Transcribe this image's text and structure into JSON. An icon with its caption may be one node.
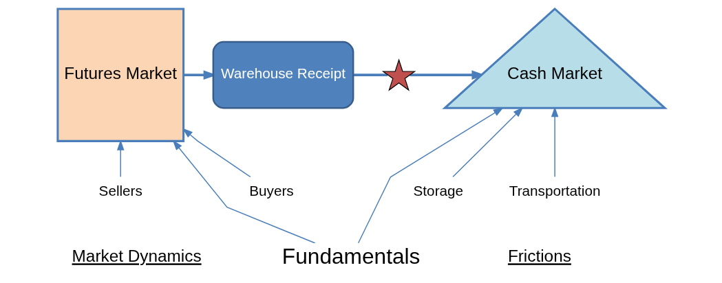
{
  "diagram": {
    "nodes": [
      {
        "text": [
          "Futures Market"
        ]
      },
      {
        "text": [
          "Warehouse Receipt"
        ]
      },
      {
        "text": [
          "Cash Market"
        ]
      },
      {
        "text": [
          "Sellers"
        ]
      },
      {
        "text": [
          "Buyers"
        ]
      },
      {
        "text": [
          "Storage"
        ]
      },
      {
        "text": [
          "Transportation"
        ]
      },
      {
        "text": [
          "Fundamentals"
        ]
      },
      {
        "text": [],
        "shape": "cross"
      }
    ],
    "edges": [
      {
        "from": 0,
        "to": 1,
        "arrow": "to",
        "style": "thick"
      },
      {
        "from": 1,
        "to": 8,
        "arrow": "none",
        "style": "thick"
      },
      {
        "from": 8,
        "to": 2,
        "arrow": "to",
        "style": "thick"
      },
      {
        "from": 3,
        "to": 0,
        "arrow": "to"
      },
      {
        "from": 4,
        "to": 0,
        "arrow": "to"
      },
      {
        "from": 7,
        "to": 0,
        "arrow": "to"
      },
      {
        "from": 5,
        "to": 2,
        "arrow": "to"
      },
      {
        "from": 6,
        "to": 2,
        "arrow": "to"
      },
      {
        "from": 7,
        "to": 2,
        "arrow": "to"
      }
    ],
    "labels": [
      "Market Dynamics",
      "Frictions"
    ]
  }
}
